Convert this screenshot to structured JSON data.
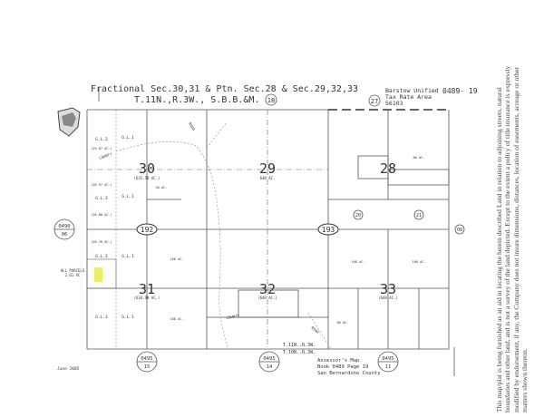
{
  "title": {
    "line1": "Fractional Sec.30,31 & Ptn. Sec.28 & Sec.29,32,33",
    "line2": "T.11N.,R.3W., S.B.B.&M."
  },
  "tax_rate_area": {
    "district": "Barstow Unified",
    "label": "Tax Rate Area",
    "code": "56103"
  },
  "map_id": "0489- 19",
  "circled_numbers": {
    "top_center": "18",
    "top_right": "27"
  },
  "sections": [
    {
      "number": "30",
      "acreage": "(635.58 AC.)"
    },
    {
      "number": "29",
      "acreage": "640 AC."
    },
    {
      "number": "28",
      "acreage": ""
    },
    {
      "number": "31",
      "acreage": "(634.98 AC.)"
    },
    {
      "number": "32",
      "acreage": "(640 AC.)"
    },
    {
      "number": "33",
      "acreage": "(640 AC.)"
    }
  ],
  "roads": {
    "left": "192",
    "right": "193",
    "county": "COUNTY",
    "road": "ROAD"
  },
  "parcels": {
    "p20": "20",
    "p21": "21",
    "p08": "08",
    "all_parcels": "ALL PARCELS",
    "all_parcels_ac": "2.61 AC"
  },
  "lots": {
    "gl1": "G.L.1",
    "gl2": "G.L.2",
    "gl3": "G.L.3"
  },
  "acreage_labels": [
    "(29.87 AC.)",
    "(28.97 AC.)",
    "(28.80 AC.)",
    "(28.76 AC.)",
    "160 AC.",
    "160 AC.",
    "40 AC.",
    "80 AC.",
    "160 AC.",
    "160 AC.",
    "80 AC."
  ],
  "adjacent_maps": [
    {
      "book": "0490",
      "page": "06"
    },
    {
      "book": "0495",
      "page": "15"
    },
    {
      "book": "0495",
      "page": "14"
    },
    {
      "book": "0495",
      "page": "11"
    }
  ],
  "township": {
    "north": "T.11N.,R.3W.",
    "south": "T.10N.,R.3W."
  },
  "footer": {
    "line1": "Assessor's Map",
    "line2": "Book 0489 Page 19",
    "line3": "San Bernardino County"
  },
  "date": "June 2005",
  "highlight_color": "#f0ea6a",
  "disclaimer": "This map/plat is being furnished as an aid in locating the herein described Land in relation to adjoining streets, natural boundaries and other land, and is not a survey of the land depicted. Except to the extent a policy of title insurance is expressly modified by endorsement, if any, the Company does not insure dimensions, distances, location of easements, acreage or other matters shown thereon."
}
